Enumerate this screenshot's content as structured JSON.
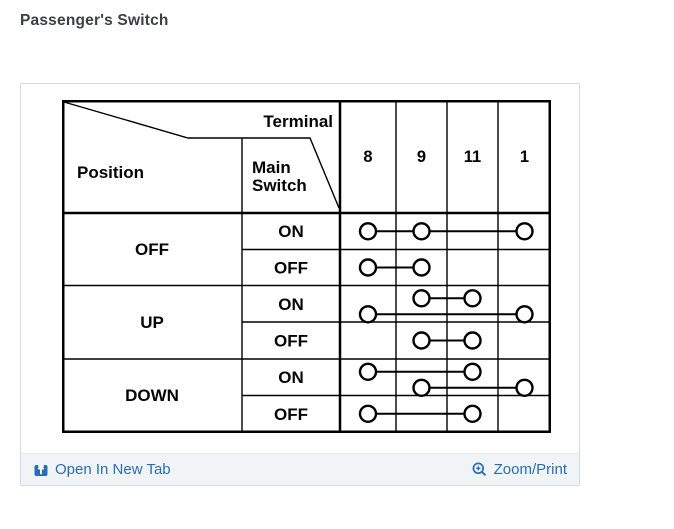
{
  "page": {
    "title": "Passenger's Switch"
  },
  "figure": {
    "corner": {
      "terminal": "Terminal",
      "position": "Position",
      "main_switch_line1": "Main",
      "main_switch_line2": "Switch"
    },
    "terminals": [
      "8",
      "9",
      "11",
      "1"
    ],
    "positions": [
      {
        "label": "OFF",
        "states": [
          {
            "main_switch": "ON",
            "connections": [
              {
                "lane": "middle",
                "terminals": [
                  "8",
                  "9",
                  "1"
                ]
              }
            ]
          },
          {
            "main_switch": "OFF",
            "connections": [
              {
                "lane": "middle",
                "terminals": [
                  "8",
                  "9"
                ]
              }
            ]
          }
        ]
      },
      {
        "label": "UP",
        "states": [
          {
            "main_switch": "ON",
            "connections": [
              {
                "lane": "upper",
                "terminals": [
                  "9",
                  "11"
                ]
              },
              {
                "lane": "lower",
                "terminals": [
                  "8",
                  "1"
                ]
              }
            ]
          },
          {
            "main_switch": "OFF",
            "connections": [
              {
                "lane": "middle",
                "terminals": [
                  "9",
                  "11"
                ]
              }
            ]
          }
        ]
      },
      {
        "label": "DOWN",
        "states": [
          {
            "main_switch": "ON",
            "connections": [
              {
                "lane": "upper",
                "terminals": [
                  "8",
                  "11"
                ]
              },
              {
                "lane": "lower",
                "terminals": [
                  "9",
                  "1"
                ]
              }
            ]
          },
          {
            "main_switch": "OFF",
            "connections": [
              {
                "lane": "middle",
                "terminals": [
                  "8",
                  "11"
                ]
              }
            ]
          }
        ]
      }
    ]
  },
  "footer": {
    "open_in_new_tab": "Open In New Tab",
    "zoom_print": "Zoom/Print"
  },
  "colors": {
    "link_blue": "#2a6db5",
    "title_gray": "#3c4043",
    "footer_bg": "#f1f4f7",
    "card_border": "#d6dade",
    "table_ink": "#000000"
  }
}
